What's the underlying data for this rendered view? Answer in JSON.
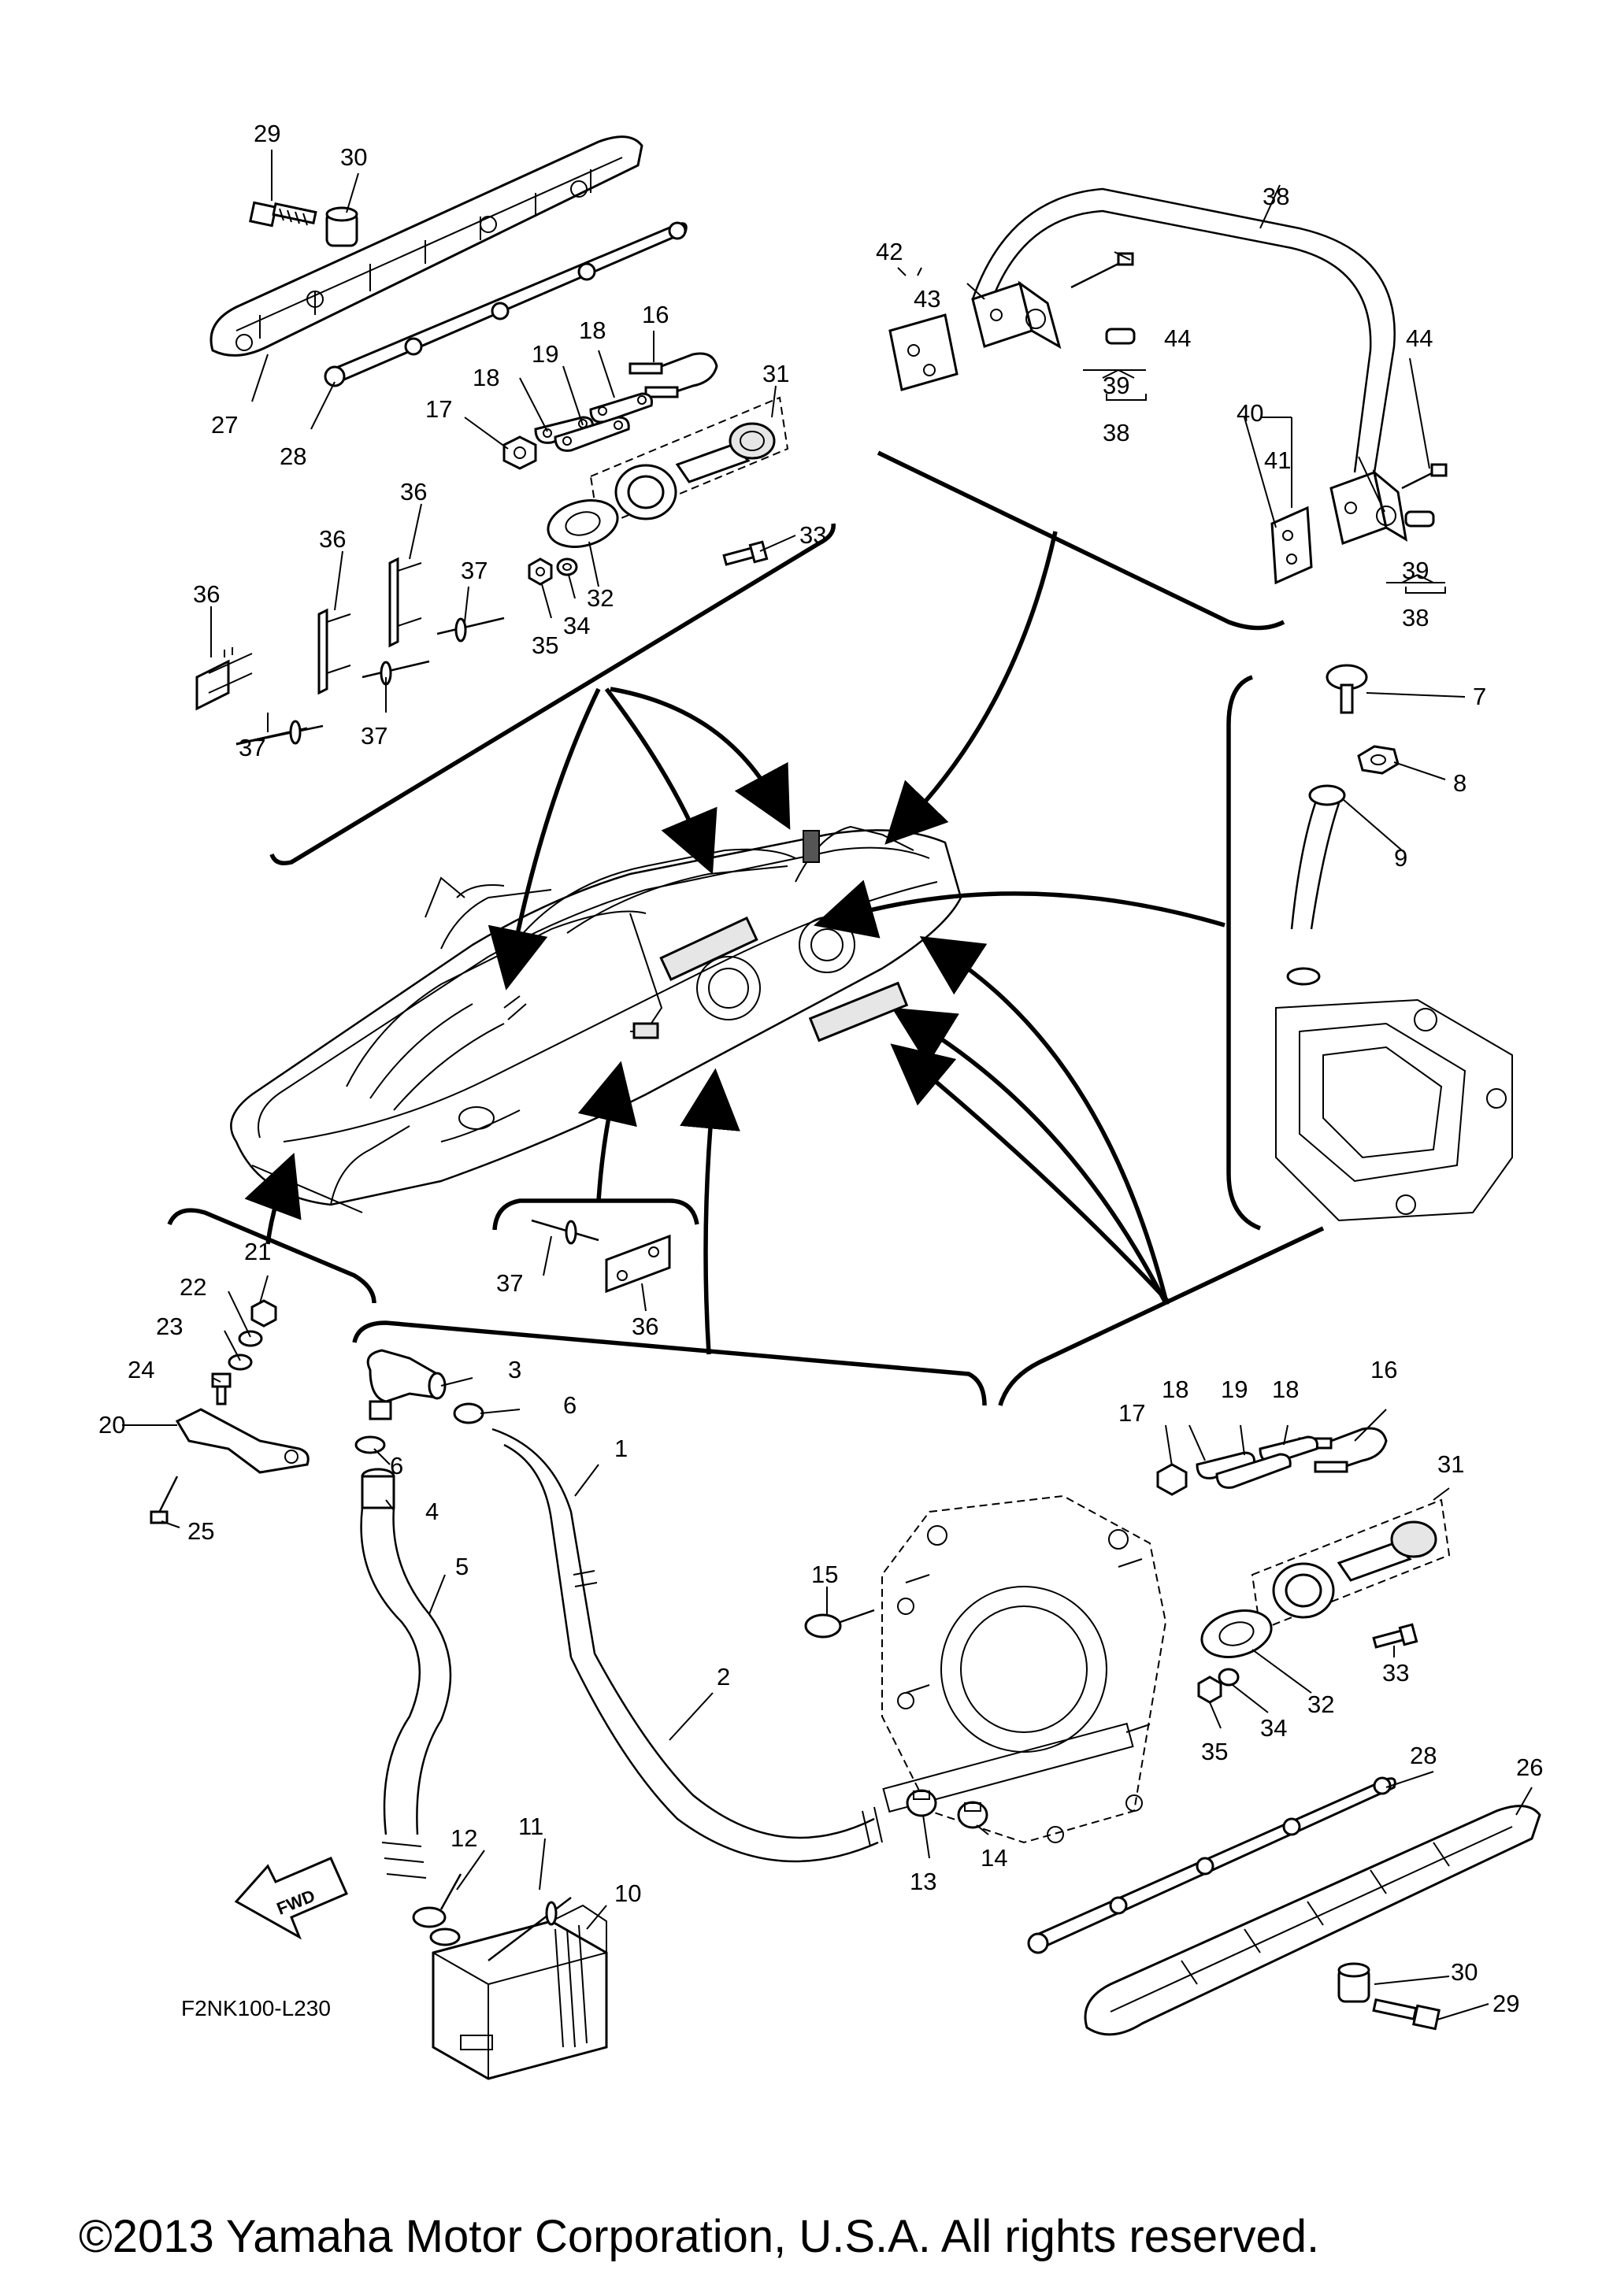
{
  "diagram": {
    "code": "F2NK100-L230",
    "fwd": "FWD",
    "copyright": "©2013 Yamaha Motor Corporation, U.S.A. All rights reserved.",
    "callouts": [
      {
        "id": "1",
        "label": "1"
      },
      {
        "id": "2",
        "label": "2"
      },
      {
        "id": "3",
        "label": "3"
      },
      {
        "id": "4",
        "label": "4"
      },
      {
        "id": "5",
        "label": "5"
      },
      {
        "id": "6a",
        "label": "6"
      },
      {
        "id": "6b",
        "label": "6"
      },
      {
        "id": "7",
        "label": "7"
      },
      {
        "id": "8",
        "label": "8"
      },
      {
        "id": "9",
        "label": "9"
      },
      {
        "id": "10",
        "label": "10"
      },
      {
        "id": "11",
        "label": "11"
      },
      {
        "id": "12",
        "label": "12"
      },
      {
        "id": "13",
        "label": "13"
      },
      {
        "id": "14",
        "label": "14"
      },
      {
        "id": "15",
        "label": "15"
      },
      {
        "id": "16a",
        "label": "16"
      },
      {
        "id": "16b",
        "label": "16"
      },
      {
        "id": "17a",
        "label": "17"
      },
      {
        "id": "17b",
        "label": "17"
      },
      {
        "id": "18a",
        "label": "18"
      },
      {
        "id": "18b",
        "label": "18"
      },
      {
        "id": "18c",
        "label": "18"
      },
      {
        "id": "18d",
        "label": "18"
      },
      {
        "id": "19a",
        "label": "19"
      },
      {
        "id": "19b",
        "label": "19"
      },
      {
        "id": "20",
        "label": "20"
      },
      {
        "id": "21",
        "label": "21"
      },
      {
        "id": "22",
        "label": "22"
      },
      {
        "id": "23",
        "label": "23"
      },
      {
        "id": "24",
        "label": "24"
      },
      {
        "id": "25",
        "label": "25"
      },
      {
        "id": "26",
        "label": "26"
      },
      {
        "id": "27",
        "label": "27"
      },
      {
        "id": "28a",
        "label": "28"
      },
      {
        "id": "28b",
        "label": "28"
      },
      {
        "id": "29a",
        "label": "29"
      },
      {
        "id": "29b",
        "label": "29"
      },
      {
        "id": "30a",
        "label": "30"
      },
      {
        "id": "30b",
        "label": "30"
      },
      {
        "id": "31a",
        "label": "31"
      },
      {
        "id": "31b",
        "label": "31"
      },
      {
        "id": "32a",
        "label": "32"
      },
      {
        "id": "32b",
        "label": "32"
      },
      {
        "id": "33a",
        "label": "33"
      },
      {
        "id": "33b",
        "label": "33"
      },
      {
        "id": "34a",
        "label": "34"
      },
      {
        "id": "34b",
        "label": "34"
      },
      {
        "id": "35a",
        "label": "35"
      },
      {
        "id": "35b",
        "label": "35"
      },
      {
        "id": "36a",
        "label": "36"
      },
      {
        "id": "36b",
        "label": "36"
      },
      {
        "id": "36c",
        "label": "36"
      },
      {
        "id": "36d",
        "label": "36"
      },
      {
        "id": "37a",
        "label": "37"
      },
      {
        "id": "37b",
        "label": "37"
      },
      {
        "id": "37c",
        "label": "37"
      },
      {
        "id": "37d",
        "label": "37"
      },
      {
        "id": "38a",
        "label": "38"
      },
      {
        "id": "38b",
        "label": "38"
      },
      {
        "id": "38c",
        "label": "38"
      },
      {
        "id": "39a",
        "label": "39"
      },
      {
        "id": "39b",
        "label": "39"
      },
      {
        "id": "40",
        "label": "40"
      },
      {
        "id": "41",
        "label": "41"
      },
      {
        "id": "42",
        "label": "42"
      },
      {
        "id": "43",
        "label": "43"
      },
      {
        "id": "44a",
        "label": "44"
      },
      {
        "id": "44b",
        "label": "44"
      }
    ]
  }
}
